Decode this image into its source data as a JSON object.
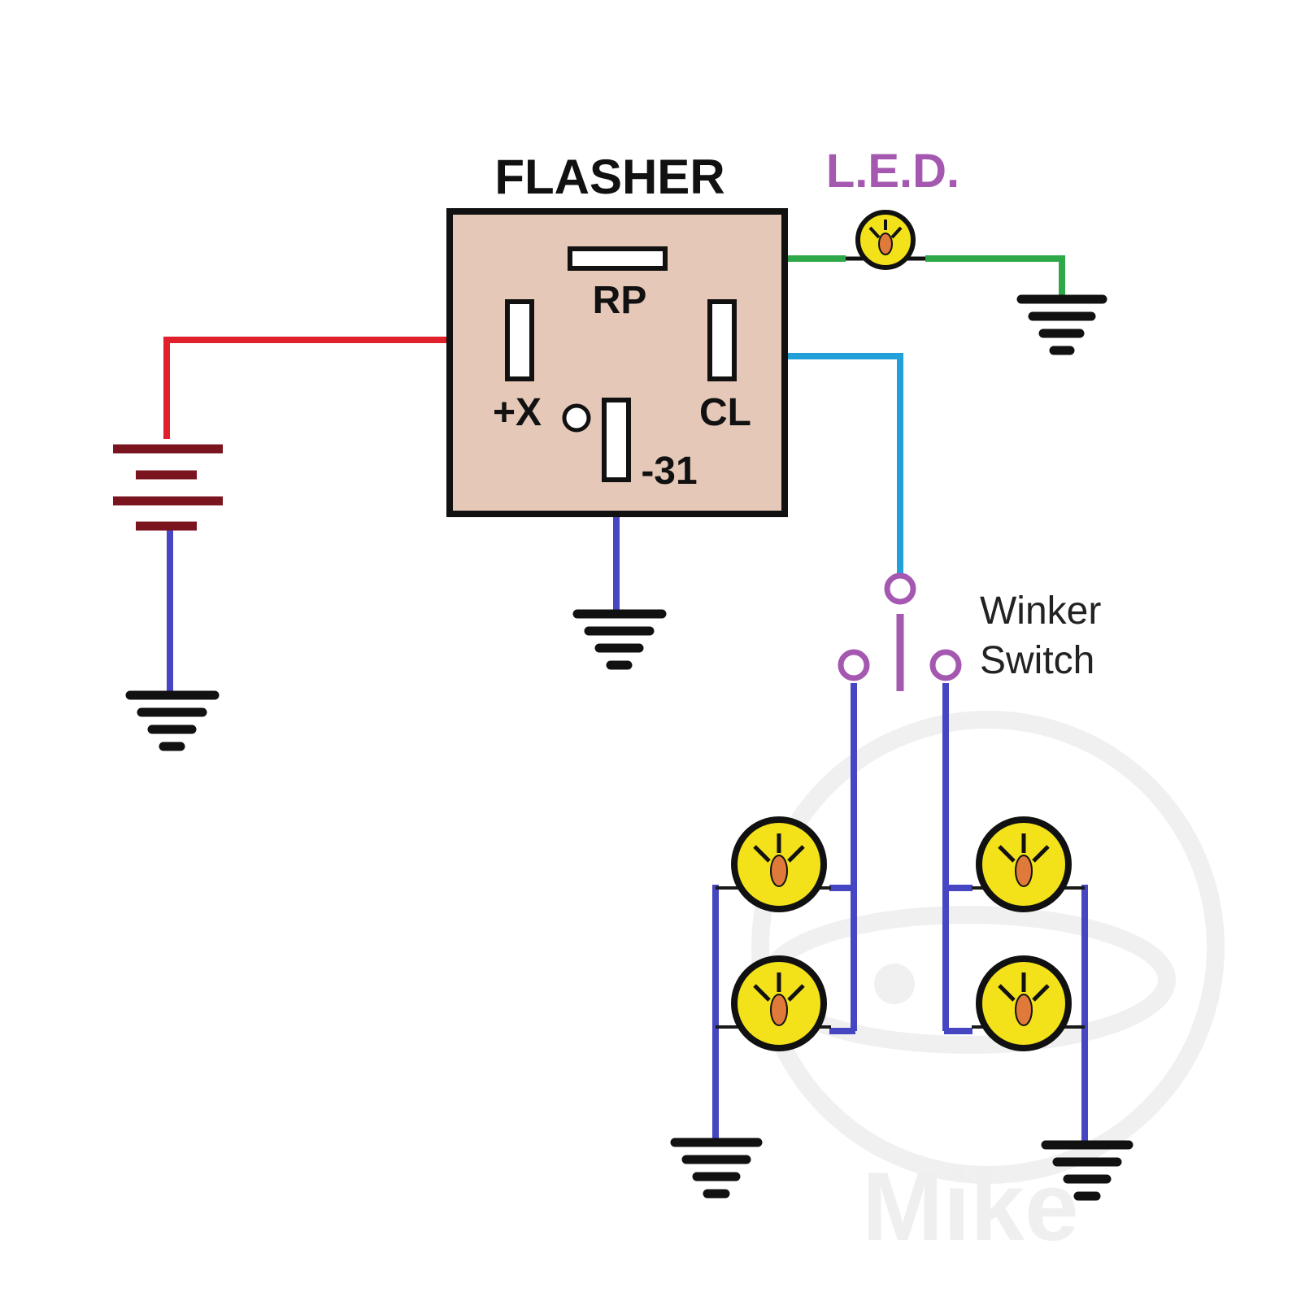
{
  "diagram": {
    "flasher_label": "FLASHER",
    "pins": {
      "rp": "RP",
      "plus_x": "+X",
      "cl": "CL",
      "minus_31": "-31"
    },
    "led_label": "L.E.D.",
    "switch_label": [
      "Winker",
      "Switch"
    ],
    "watermark_text": "Mike"
  },
  "colors": {
    "flasher_fill": "#e6c8b8",
    "battery_wire": "#e0202a",
    "battery_plates": "#7a1520",
    "ground_wire": "#4646c2",
    "led_wire": "#2fa84a",
    "cl_wire": "#23a0d8",
    "switch": "#a458b0",
    "lamp_fill": "#f3e21a",
    "filament": "#e07a3a",
    "led_label": "#a458b0"
  }
}
